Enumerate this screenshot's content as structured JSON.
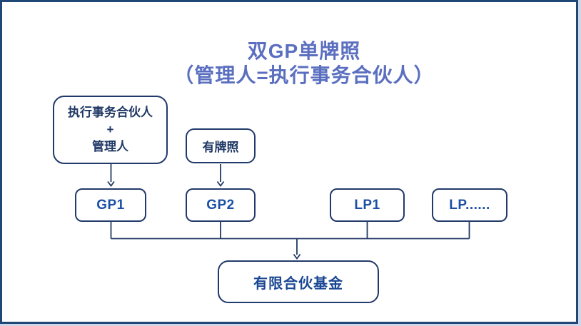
{
  "slide": {
    "title_line1": "双GP单牌照",
    "title_line2": "（管理人=执行事务合伙人）"
  },
  "nodes": {
    "gp_manager": {
      "line1": "执行事务合伙人",
      "line2": "+",
      "line3": "管理人"
    },
    "licensed": {
      "label": "有牌照"
    },
    "gp1": {
      "label": "GP1"
    },
    "gp2": {
      "label": "GP2"
    },
    "lp1": {
      "label": "LP1"
    },
    "lp_more": {
      "label": "LP......"
    },
    "fund": {
      "label": "有限合伙基金"
    }
  },
  "colors": {
    "title_text": "#5B6FC0",
    "box_border": "#223A6B",
    "box_cjk_text": "#1F3864",
    "gp_lp_text": "#1C50A4",
    "fund_text": "#1A4793",
    "frame_border": "#1F4876",
    "connector_line": "#203864"
  }
}
